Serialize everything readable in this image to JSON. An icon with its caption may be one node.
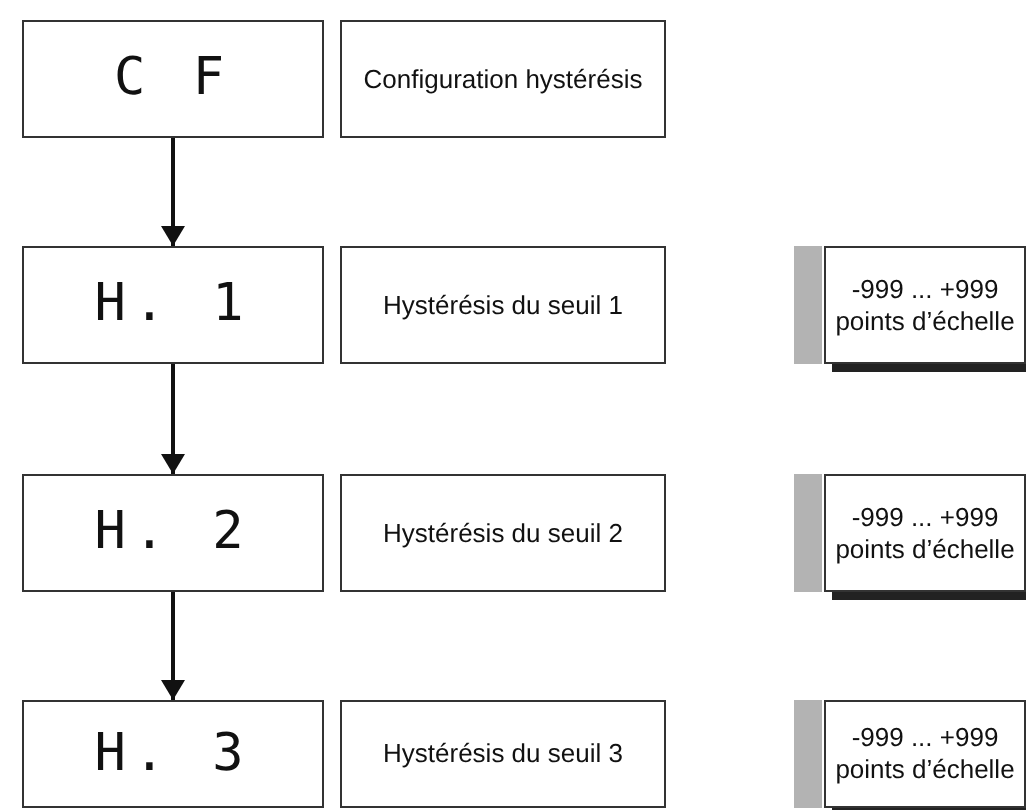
{
  "diagram": {
    "nodes": [
      {
        "text": [
          "C F"
        ]
      },
      {
        "text": [
          "Configuration hystérésis"
        ]
      },
      {
        "text": [
          "H. 1"
        ]
      },
      {
        "text": [
          "Hystérésis du seuil 1"
        ]
      },
      {
        "text": [
          "-999 ... +999 points d’échelle"
        ]
      },
      {
        "text": [
          "H. 2"
        ]
      },
      {
        "text": [
          "Hystérésis du seuil 2"
        ]
      },
      {
        "text": [
          "-999 ... +999 points d’échelle"
        ]
      },
      {
        "text": [
          "H. 3"
        ]
      },
      {
        "text": [
          "Hystérésis du seuil 3"
        ]
      },
      {
        "text": [
          "-999 ... +999 points d’échelle"
        ]
      }
    ],
    "edges": [
      {
        "from": 0,
        "to": 2,
        "arrow": "to"
      },
      {
        "from": 2,
        "to": 5,
        "arrow": "to"
      },
      {
        "from": 5,
        "to": 8,
        "arrow": "to"
      }
    ]
  }
}
